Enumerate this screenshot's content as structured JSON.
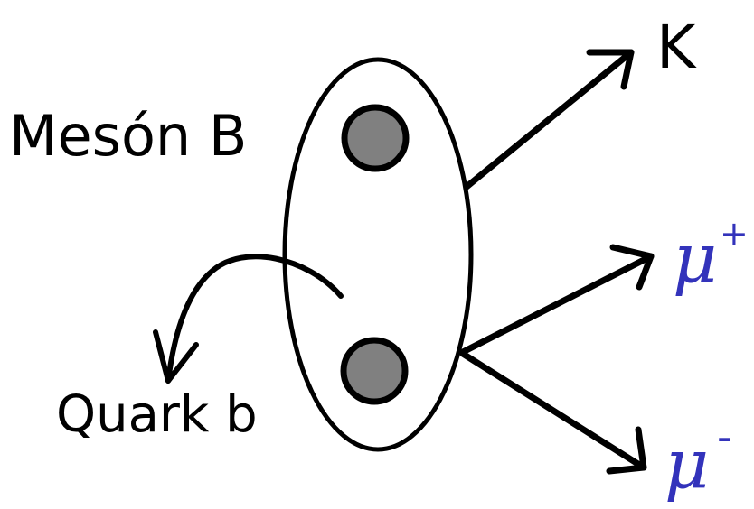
{
  "labels": {
    "meson": "Mesón B",
    "quark": "Quark b",
    "kaon": "K",
    "muon_plus_symbol": "μ",
    "muon_plus_sign": "+",
    "muon_minus_symbol": "μ",
    "muon_minus_sign": "-"
  },
  "colors": {
    "stroke": "#000000",
    "quark_fill": "#808080",
    "muon": "#3333bb"
  }
}
